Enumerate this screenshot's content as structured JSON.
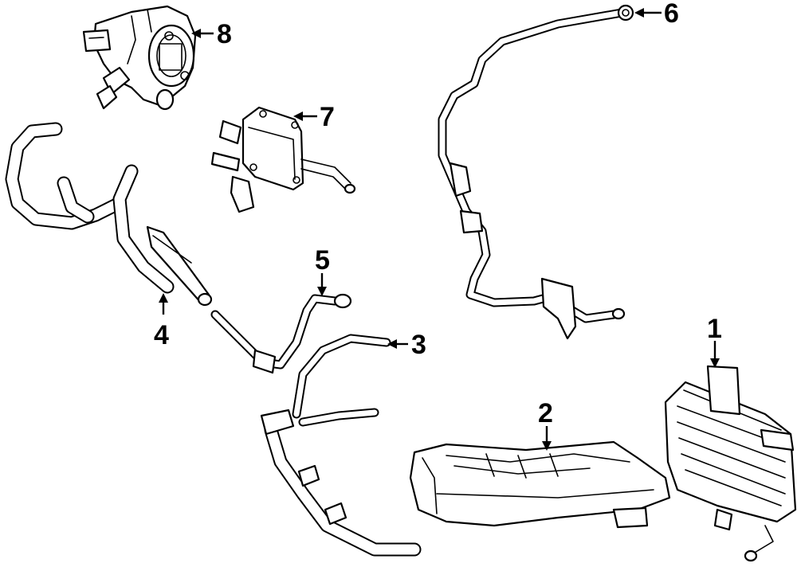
{
  "colors": {
    "line": "#000000",
    "background": "#ffffff"
  },
  "callouts": [
    {
      "id": "1",
      "label": "1"
    },
    {
      "id": "2",
      "label": "2"
    },
    {
      "id": "3",
      "label": "3"
    },
    {
      "id": "4",
      "label": "4"
    },
    {
      "id": "5",
      "label": "5"
    },
    {
      "id": "6",
      "label": "6"
    },
    {
      "id": "7",
      "label": "7"
    },
    {
      "id": "8",
      "label": "8"
    }
  ]
}
